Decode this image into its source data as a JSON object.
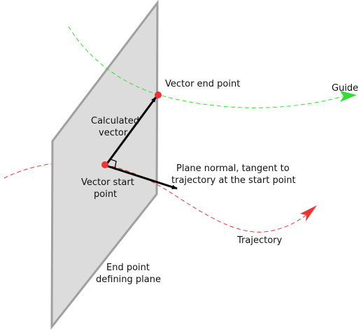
{
  "labels": {
    "vector_end": "Vector end point",
    "guide": "Guide",
    "calculated_vector": [
      "Calculated",
      "vector"
    ],
    "plane_normal": [
      "Plane normal, tangent to",
      "trajectory at the start point"
    ],
    "vector_start": [
      "Vector start",
      "point"
    ],
    "trajectory": "Trajectory",
    "end_point_plane": [
      "End point",
      "defining plane"
    ]
  },
  "colors": {
    "plane_fill": "#dcdcdc",
    "plane_edge": "#a0a0a0",
    "guide": "#33dd33",
    "trajectory": "#ee3333",
    "point": "#ee3333",
    "vector": "#000000"
  }
}
